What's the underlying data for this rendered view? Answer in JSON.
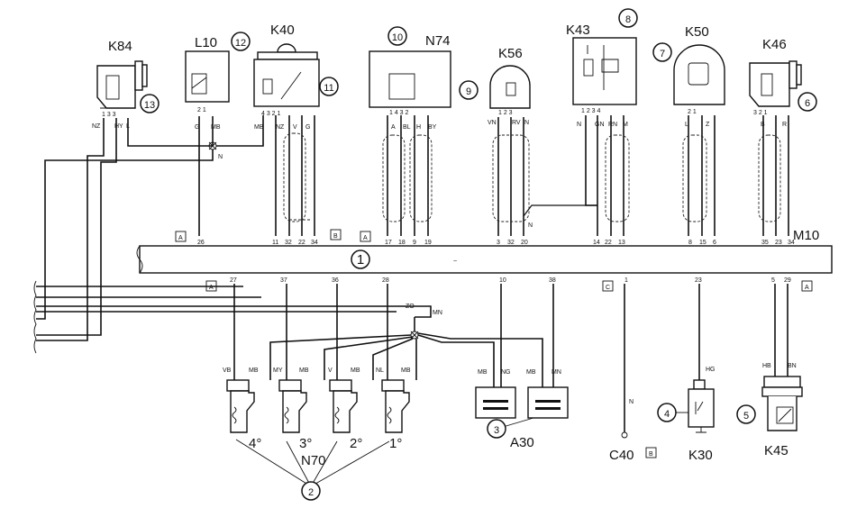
{
  "components": {
    "K84": "K84",
    "L10": "L10",
    "K40": "K40",
    "N74": "N74",
    "K56": "K56",
    "K43": "K43",
    "K50": "K50",
    "K46": "K46",
    "M10": "M10",
    "A30": "A30",
    "N70": "N70",
    "C40": "C40",
    "K30": "K30",
    "K45": "K45"
  },
  "callouts": [
    "1",
    "2",
    "3",
    "4",
    "5",
    "6",
    "7",
    "8",
    "9",
    "10",
    "11",
    "12",
    "13"
  ],
  "cylinders": [
    "4°",
    "3°",
    "2°",
    "1°"
  ],
  "connector_tags": [
    "A",
    "B",
    "C"
  ],
  "ecu_pins_top": [
    "26",
    "11",
    "32",
    "22",
    "34",
    "17",
    "18",
    "9",
    "19",
    "3",
    "32",
    "20",
    "14",
    "22",
    "13",
    "8",
    "15",
    "6",
    "35",
    "23",
    "34"
  ],
  "ecu_pins_bottom": [
    "27",
    "37",
    "36",
    "28",
    "10",
    "38",
    "1",
    "23",
    "5",
    "29"
  ],
  "wire_codes": {
    "k84": [
      "NZ",
      "HY",
      "L"
    ],
    "l10": [
      "G",
      "MB"
    ],
    "k40": [
      "MB",
      "NZ",
      "V",
      "G"
    ],
    "n74": [
      "A",
      "BL",
      "H",
      "BY"
    ],
    "k56": [
      "VN",
      "RV",
      "N"
    ],
    "k43": [
      "N",
      "GN",
      "RN",
      "M"
    ],
    "k50": [
      "L",
      "Z"
    ],
    "k46": [
      "B",
      "R"
    ],
    "coils": [
      "VB",
      "MB",
      "MY",
      "MB",
      "V",
      "MB",
      "NL",
      "MB"
    ],
    "a30": [
      "MB",
      "NG",
      "MB",
      "MN"
    ],
    "k30": "HG",
    "k45": [
      "HB",
      "BN"
    ],
    "c40": "N",
    "junction": [
      "ZO",
      "MN",
      "N"
    ]
  }
}
